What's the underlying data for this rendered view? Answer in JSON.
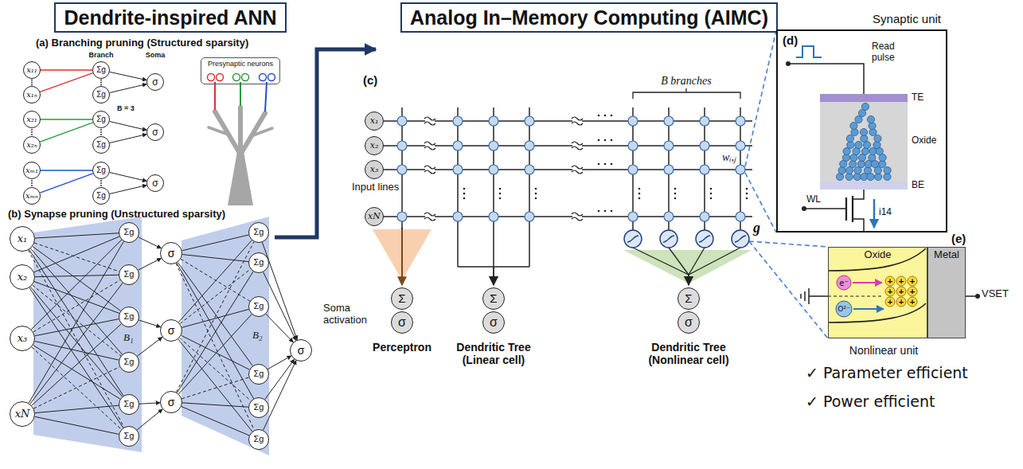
{
  "diagram": {
    "nodes": [
      {
        "text": [
          "Dendrite-inspired ANN"
        ]
      },
      {
        "text": [
          "Analog In–Memory Computing (AIMC)"
        ]
      },
      {
        "text": [
          "x₁₁"
        ]
      },
      {
        "text": [
          "x₁ₙ"
        ]
      },
      {
        "text": [
          "x₂₁"
        ]
      },
      {
        "text": [
          "x₂ₙ"
        ]
      },
      {
        "text": [
          "xₘ₁"
        ]
      },
      {
        "text": [
          "xₘₙ"
        ]
      },
      {
        "text": [
          "Σg"
        ]
      },
      {
        "text": [
          "Σg"
        ]
      },
      {
        "text": [
          "Σg"
        ]
      },
      {
        "text": [
          "Σg"
        ]
      },
      {
        "text": [
          "Σg"
        ]
      },
      {
        "text": [
          "Σg"
        ]
      },
      {
        "text": [
          "σ"
        ]
      },
      {
        "text": [
          "σ"
        ]
      },
      {
        "text": [
          "σ"
        ]
      },
      {
        "text": [
          "Presynaptic neurons"
        ]
      },
      {
        "text": [
          "x₁"
        ]
      },
      {
        "text": [
          "x₂"
        ]
      },
      {
        "text": [
          "x₃"
        ]
      },
      {
        "text": [
          "xN"
        ]
      },
      {
        "text": [
          "Σg"
        ]
      },
      {
        "text": [
          "Σg"
        ]
      },
      {
        "text": [
          "Σg"
        ]
      },
      {
        "text": [
          "Σg"
        ]
      },
      {
        "text": [
          "Σg"
        ]
      },
      {
        "text": [
          "Σg"
        ]
      },
      {
        "text": [
          "σ"
        ]
      },
      {
        "text": [
          "σ"
        ]
      },
      {
        "text": [
          "σ"
        ]
      },
      {
        "text": [
          "Σg"
        ]
      },
      {
        "text": [
          "Σg"
        ]
      },
      {
        "text": [
          "Σg"
        ]
      },
      {
        "text": [
          "Σg"
        ]
      },
      {
        "text": [
          "Σg"
        ]
      },
      {
        "text": [
          "Σg"
        ]
      },
      {
        "text": [
          "σ"
        ]
      },
      {
        "text": [
          "x₁"
        ]
      },
      {
        "text": [
          "x₂"
        ]
      },
      {
        "text": [
          "x₃"
        ]
      },
      {
        "text": [
          "xN"
        ]
      },
      {
        "text": [
          "Σ"
        ]
      },
      {
        "text": [
          "σ"
        ]
      },
      {
        "text": [
          "Σ"
        ]
      },
      {
        "text": [
          "σ"
        ]
      },
      {
        "text": [
          "Σ"
        ]
      },
      {
        "text": [
          "σ"
        ]
      },
      {
        "text": [
          "Synaptic unit"
        ]
      },
      {
        "text": [
          "Oxide"
        ]
      },
      {
        "text": [
          "Metal"
        ]
      }
    ],
    "edges": [
      {
        "from": 2,
        "to": 8,
        "arrow": "none"
      },
      {
        "from": 3,
        "to": 8,
        "arrow": "none"
      },
      {
        "from": 4,
        "to": 10,
        "arrow": "none"
      },
      {
        "from": 5,
        "to": 10,
        "arrow": "none"
      },
      {
        "from": 6,
        "to": 12,
        "arrow": "none"
      },
      {
        "from": 7,
        "to": 12,
        "arrow": "none"
      },
      {
        "from": 8,
        "to": 14,
        "arrow": "to"
      },
      {
        "from": 9,
        "to": 14,
        "arrow": "to"
      },
      {
        "from": 10,
        "to": 15,
        "arrow": "to"
      },
      {
        "from": 11,
        "to": 15,
        "arrow": "to"
      },
      {
        "from": 12,
        "to": 16,
        "arrow": "to"
      },
      {
        "from": 13,
        "to": 16,
        "arrow": "to"
      },
      {
        "from": 18,
        "to": 22,
        "arrow": "none"
      },
      {
        "from": 18,
        "to": 23,
        "arrow": "none"
      },
      {
        "from": 18,
        "to": 24,
        "arrow": "none"
      },
      {
        "from": 18,
        "to": 25,
        "arrow": "none"
      },
      {
        "from": 18,
        "to": 26,
        "arrow": "none"
      },
      {
        "from": 18,
        "to": 27,
        "arrow": "none"
      },
      {
        "from": 19,
        "to": 22,
        "arrow": "none"
      },
      {
        "from": 19,
        "to": 23,
        "arrow": "none"
      },
      {
        "from": 19,
        "to": 24,
        "arrow": "none"
      },
      {
        "from": 19,
        "to": 25,
        "arrow": "none"
      },
      {
        "from": 19,
        "to": 26,
        "arrow": "none"
      },
      {
        "from": 19,
        "to": 27,
        "arrow": "none"
      },
      {
        "from": 20,
        "to": 22,
        "arrow": "none"
      },
      {
        "from": 20,
        "to": 23,
        "arrow": "none"
      },
      {
        "from": 20,
        "to": 24,
        "arrow": "none"
      },
      {
        "from": 20,
        "to": 25,
        "arrow": "none"
      },
      {
        "from": 20,
        "to": 26,
        "arrow": "none"
      },
      {
        "from": 20,
        "to": 27,
        "arrow": "none"
      },
      {
        "from": 21,
        "to": 22,
        "arrow": "none"
      },
      {
        "from": 21,
        "to": 23,
        "arrow": "none"
      },
      {
        "from": 21,
        "to": 24,
        "arrow": "none"
      },
      {
        "from": 21,
        "to": 25,
        "arrow": "none"
      },
      {
        "from": 21,
        "to": 26,
        "arrow": "none"
      },
      {
        "from": 21,
        "to": 27,
        "arrow": "none"
      },
      {
        "from": 22,
        "to": 28,
        "arrow": "to"
      },
      {
        "from": 23,
        "to": 28,
        "arrow": "to"
      },
      {
        "from": 24,
        "to": 29,
        "arrow": "to"
      },
      {
        "from": 25,
        "to": 29,
        "arrow": "to"
      },
      {
        "from": 26,
        "to": 30,
        "arrow": "to"
      },
      {
        "from": 27,
        "to": 30,
        "arrow": "to"
      },
      {
        "from": 28,
        "to": 31,
        "arrow": "none"
      },
      {
        "from": 28,
        "to": 32,
        "arrow": "none"
      },
      {
        "from": 28,
        "to": 33,
        "arrow": "none"
      },
      {
        "from": 28,
        "to": 34,
        "arrow": "none"
      },
      {
        "from": 28,
        "to": 35,
        "arrow": "none"
      },
      {
        "from": 28,
        "to": 36,
        "arrow": "none"
      },
      {
        "from": 29,
        "to": 31,
        "arrow": "none"
      },
      {
        "from": 29,
        "to": 32,
        "arrow": "none"
      },
      {
        "from": 29,
        "to": 33,
        "arrow": "none"
      },
      {
        "from": 29,
        "to": 34,
        "arrow": "none"
      },
      {
        "from": 29,
        "to": 35,
        "arrow": "none"
      },
      {
        "from": 29,
        "to": 36,
        "arrow": "none"
      },
      {
        "from": 30,
        "to": 31,
        "arrow": "none"
      },
      {
        "from": 30,
        "to": 32,
        "arrow": "none"
      },
      {
        "from": 30,
        "to": 33,
        "arrow": "none"
      },
      {
        "from": 30,
        "to": 34,
        "arrow": "none"
      },
      {
        "from": 30,
        "to": 35,
        "arrow": "none"
      },
      {
        "from": 30,
        "to": 36,
        "arrow": "none"
      },
      {
        "from": 31,
        "to": 37,
        "arrow": "to"
      },
      {
        "from": 32,
        "to": 37,
        "arrow": "to"
      },
      {
        "from": 33,
        "to": 37,
        "arrow": "to"
      },
      {
        "from": 34,
        "to": 37,
        "arrow": "to"
      },
      {
        "from": 35,
        "to": 37,
        "arrow": "to"
      },
      {
        "from": 36,
        "to": 37,
        "arrow": "to"
      }
    ],
    "labels": [
      "(a) Branching pruning (Structured sparsity)",
      "Branch",
      "Soma",
      "B = 3",
      "(b) Synapse pruning (Unstructured sparsity)",
      "B₁",
      "B₂",
      "(c)",
      "B branches",
      "Input lines",
      "wᵢ,ⱼ",
      "g",
      "Soma activation",
      "Perceptron",
      "Dendritic Tree (Linear cell)",
      "Dendritic Tree (Nonlinear cell)",
      "(d)",
      "Read pulse",
      "TE",
      "Oxide",
      "BE",
      "WL",
      "i14",
      "(e)",
      "+",
      "+",
      "+",
      "+",
      "+",
      "+",
      "+",
      "+",
      "+",
      "e⁻",
      "O²⁻",
      "VSET",
      "Nonlinear unit",
      "✓ Parameter efficient",
      "✓ Power efficient"
    ]
  }
}
